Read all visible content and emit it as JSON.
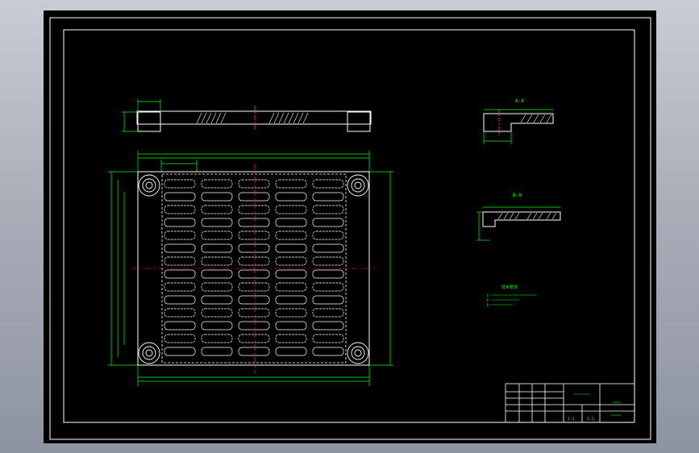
{
  "drawing": {
    "colors": {
      "background": "#000000",
      "frame": "#ffffff",
      "geometry": "#ffffff",
      "dimension": "#00ff00",
      "centerline": "#ff2020",
      "hidden": "#ffffff"
    },
    "top_dim_label": "",
    "section_a_label": "A-A",
    "section_b_label": "B-B",
    "tech_requirements": {
      "title": "技术要求",
      "items": [
        "1.",
        "2.",
        "3."
      ]
    },
    "title_block": {
      "part_name": "",
      "drawing_no": "",
      "scale_a": "1:1",
      "scale_b": "1:1"
    }
  }
}
